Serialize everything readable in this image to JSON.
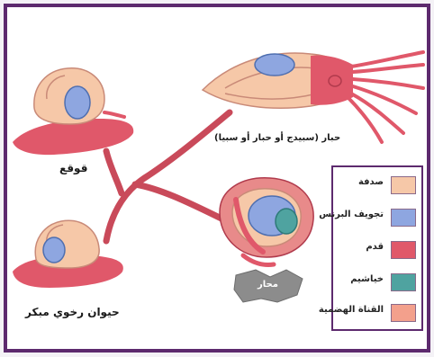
{
  "labels": {
    "snail": "قوقع",
    "squid": "حبار (سبيدج أو حبار أو سبيا)",
    "ancestor": "حيوان رخوي مبكر",
    "clam": "محار"
  },
  "legend": [
    {
      "label": "صدفة",
      "color": "#f6c8a8"
    },
    {
      "label": "تجويف البرنس",
      "color": "#8ea6e0"
    },
    {
      "label": "قدم",
      "color": "#e0586a"
    },
    {
      "label": "خياشيم",
      "color": "#4fa3a0"
    },
    {
      "label": "القناة الهضمية",
      "color": "#f3a08c"
    }
  ],
  "colors": {
    "frame": "#5d2a6e",
    "background": "#ffffff",
    "branch": "#c94a5a"
  }
}
